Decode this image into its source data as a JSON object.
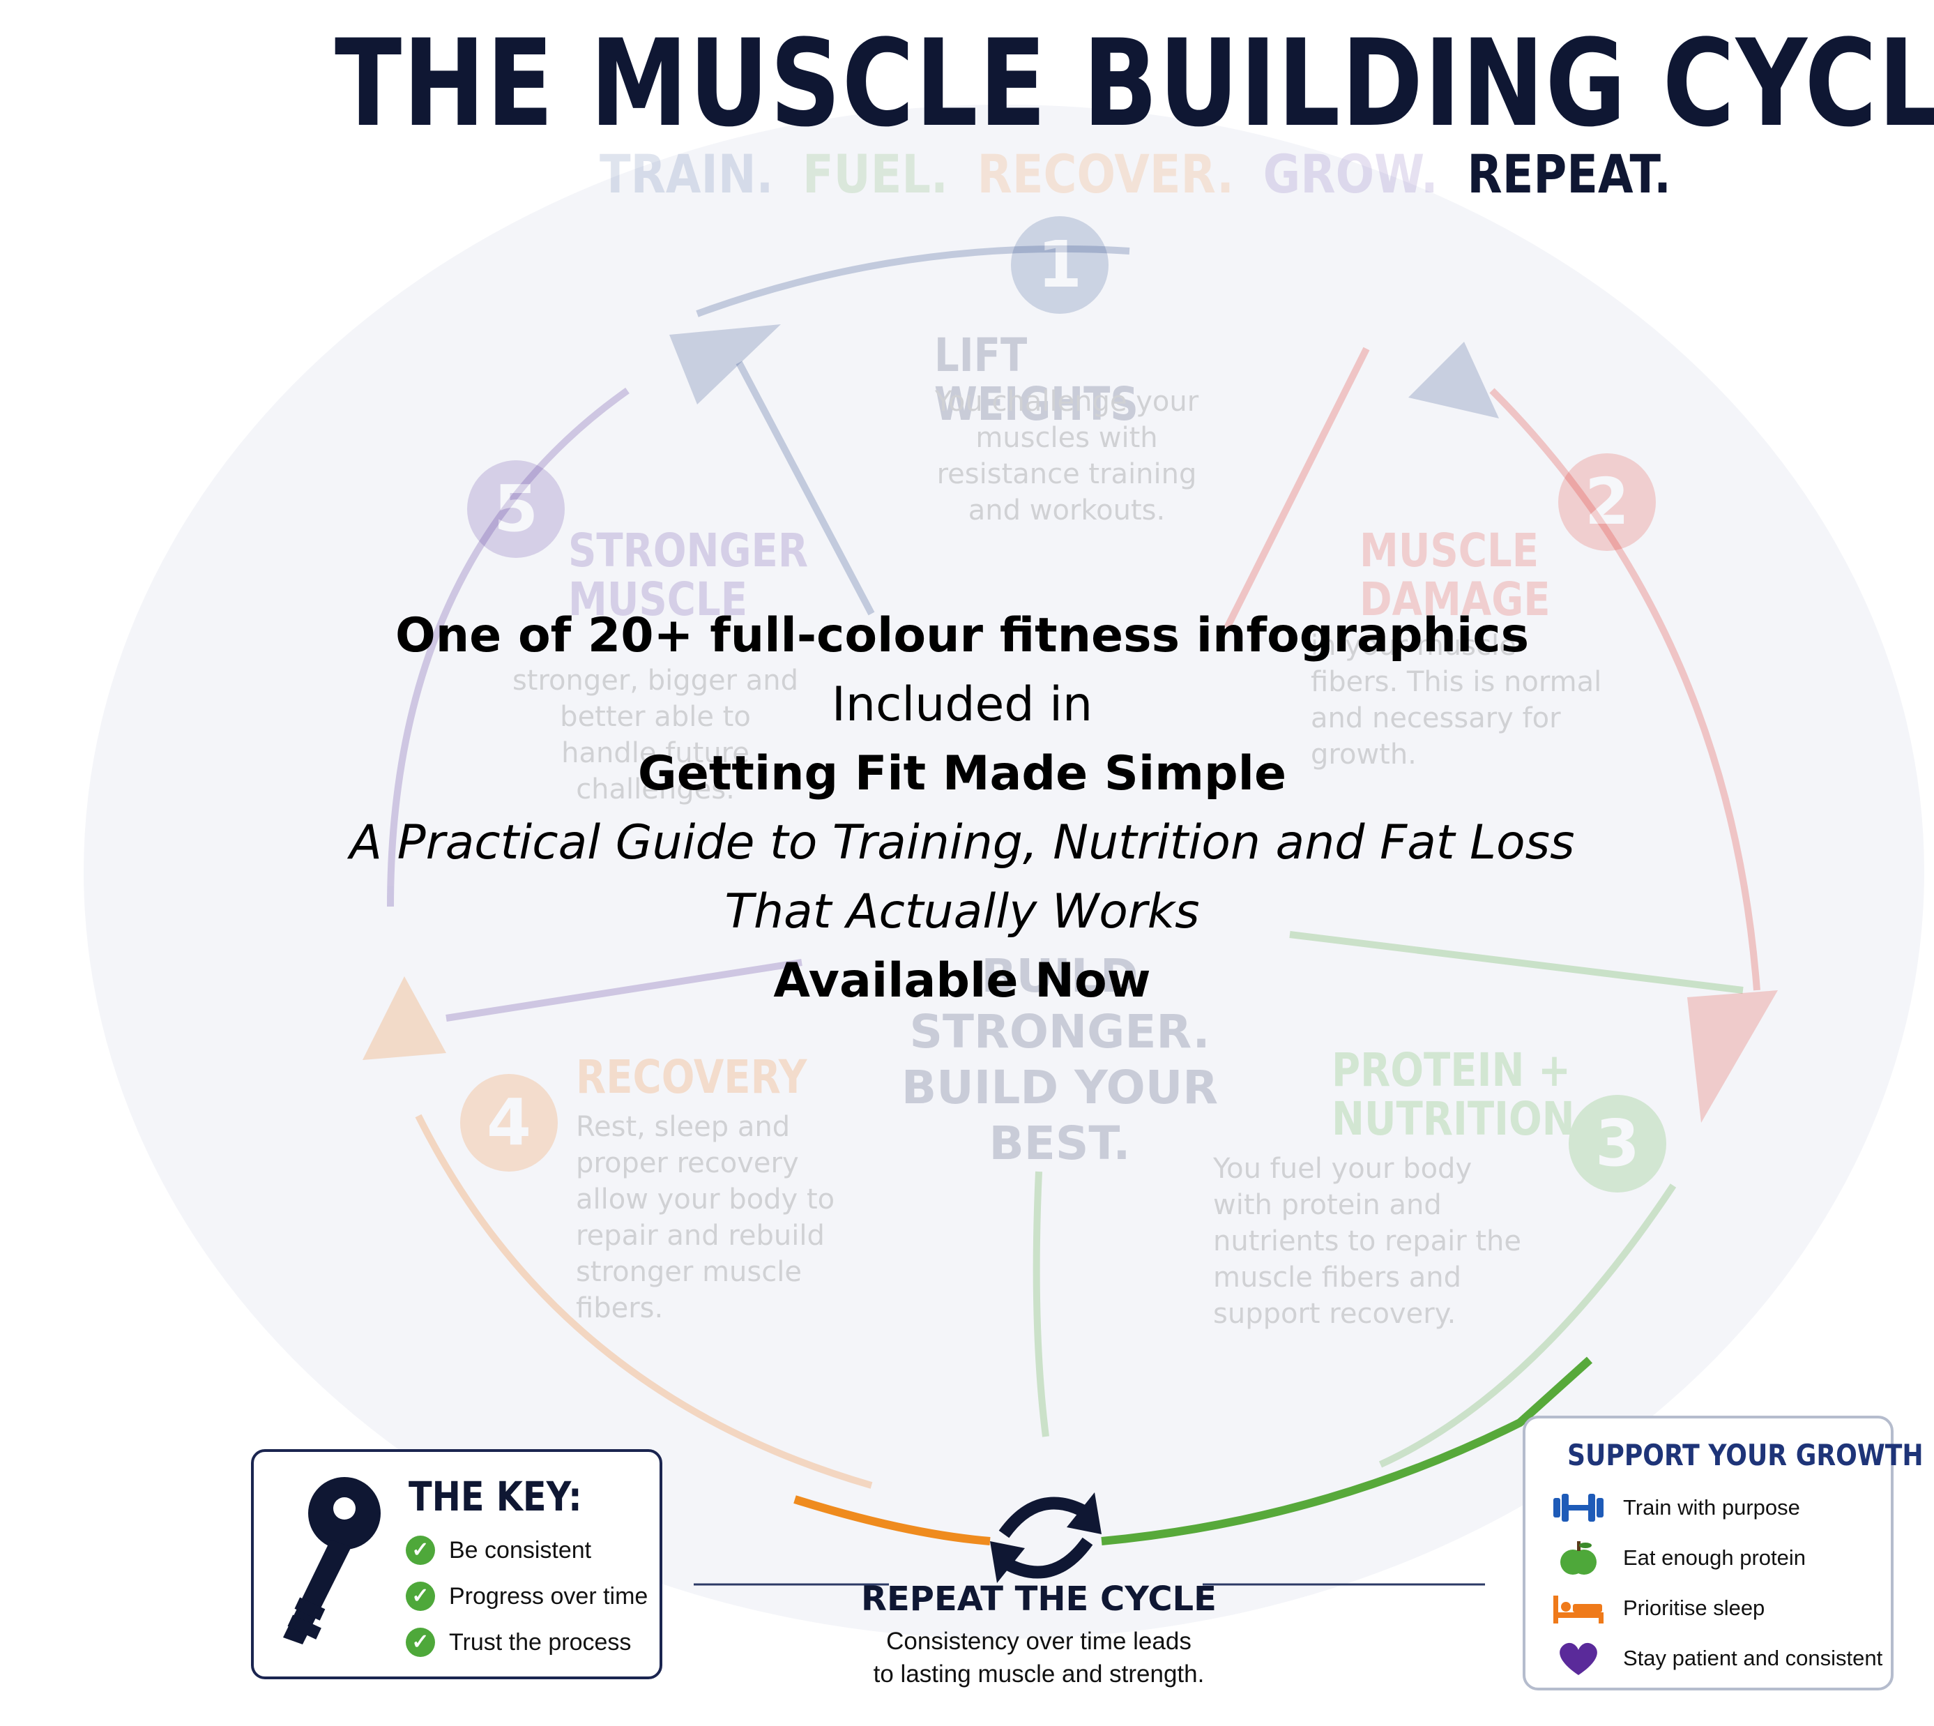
{
  "header": {
    "title": "THE MUSCLE BUILDING CYCLE",
    "tagline": [
      "TRAIN.",
      "FUEL.",
      "RECOVER.",
      "GROW.",
      "REPEAT."
    ]
  },
  "steps": [
    {
      "num": "1",
      "title": "LIFT WEIGHTS",
      "desc": "You challenge your muscles with resistance training and workouts."
    },
    {
      "num": "2",
      "title": "MUSCLE\nDAMAGE",
      "desc": "in your muscle fibers. This is normal and necessary for growth."
    },
    {
      "num": "3",
      "title": "PROTEIN +\nNUTRITION",
      "desc": "You fuel your body with protein and nutrients to repair the muscle fibers and support recovery."
    },
    {
      "num": "4",
      "title": "RECOVERY",
      "desc": "Rest, sleep and proper recovery allow your body to repair and rebuild stronger muscle fibers."
    },
    {
      "num": "5",
      "title": "STRONGER\nMUSCLE",
      "desc": "stronger, bigger and better able to handle future challenges."
    }
  ],
  "center": {
    "line1": "BUILD STRONGER.",
    "line2": "BUILD YOUR BEST."
  },
  "promo": {
    "line1": "One of 20+ full-colour fitness infographics",
    "line2": "Included in",
    "line3": "Getting Fit Made Simple",
    "line4": "A Practical Guide to Training, Nutrition and Fat Loss",
    "line5": "That Actually Works",
    "line6": "Available Now"
  },
  "key_box": {
    "title": "THE KEY:",
    "items": [
      "Be consistent",
      "Progress over time",
      "Trust the process"
    ]
  },
  "repeat": {
    "title": "REPEAT THE CYCLE",
    "desc_line1": "Consistency over time leads",
    "desc_line2": "to lasting muscle and strength."
  },
  "support_box": {
    "title": "SUPPORT YOUR GROWTH",
    "items": [
      {
        "icon": "dumbbell-icon",
        "label": "Train with purpose"
      },
      {
        "icon": "apple-icon",
        "label": "Eat enough protein"
      },
      {
        "icon": "bed-icon",
        "label": "Prioritise sleep"
      },
      {
        "icon": "heart-icon",
        "label": "Stay patient and consistent"
      }
    ]
  },
  "colors": {
    "navy": "#0f1733",
    "blue": "#2c4a8a",
    "red": "#e0352b",
    "green": "#4ea83a",
    "orange": "#ef7a1a",
    "purple": "#5a3aa0"
  }
}
